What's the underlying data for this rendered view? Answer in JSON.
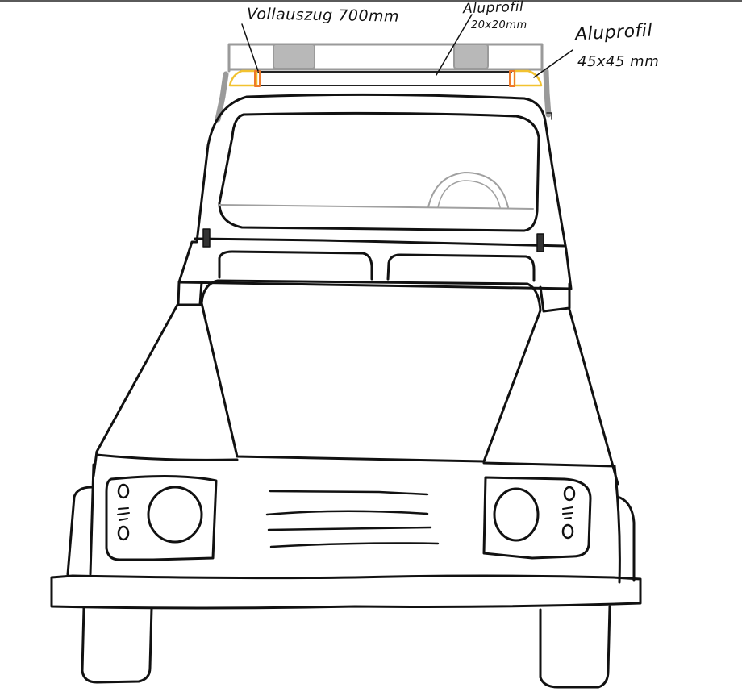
{
  "diagram": {
    "type": "hand-drawn sketch",
    "subject": "vehicle front view with roof rack",
    "annotations": [
      {
        "id": "vollauszug",
        "lines": [
          "Vollauszug 700mm"
        ],
        "points_to": "drawer slide (left end of rack)"
      },
      {
        "id": "aluprofil-20",
        "lines": [
          "Aluprofil",
          "20x20mm"
        ],
        "points_to": "horizontal bar between end caps"
      },
      {
        "id": "aluprofil-45",
        "lines": [
          "Aluprofil",
          "45x45 mm"
        ],
        "points_to": "right end cap / frame"
      }
    ],
    "components": [
      "roof-rack-frame",
      "rack-blocks",
      "end-caps",
      "cab",
      "windshield",
      "steering-wheel",
      "hinges",
      "cowl-vents",
      "hood",
      "fenders",
      "headlights",
      "indicator-lights",
      "grille",
      "bumper",
      "tires"
    ]
  },
  "colors": {
    "ink": "#111111",
    "rack_gray": "#9a9a9a",
    "rack_block_fill": "#b8b8b8",
    "end_cap_yellow": "#f2c230",
    "end_cap_orange": "#ee7a2a",
    "window_gray": "#a0a0a0",
    "top_bar": "#5a5a5a"
  },
  "labels": {
    "vollauszug": "Vollauszug 700mm",
    "alu20_title": "Aluprofil",
    "alu20_size": "20x20mm",
    "alu45_title": "Aluprofil",
    "alu45_size": "45x45 mm"
  }
}
